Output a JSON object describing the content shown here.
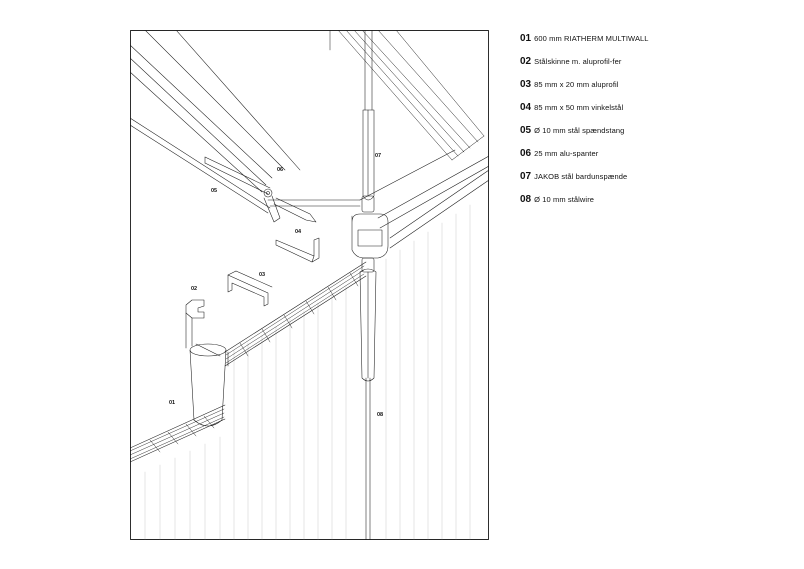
{
  "diagram": {
    "callouts": [
      "01",
      "02",
      "03",
      "04",
      "05",
      "06",
      "07",
      "08"
    ]
  },
  "legend": {
    "items": [
      {
        "num": "01",
        "text": "600 mm RIATHERM MULTIWALL"
      },
      {
        "num": "02",
        "text": "Stålskinne m. aluprofil-fer"
      },
      {
        "num": "03",
        "text": "85 mm x 20 mm aluprofil"
      },
      {
        "num": "04",
        "text": "85 mm x 50 mm vinkelstål"
      },
      {
        "num": "05",
        "text": "Ø 10 mm stål spændstang"
      },
      {
        "num": "06",
        "text": "25 mm alu-spanter"
      },
      {
        "num": "07",
        "text": "JAKOB stål bardunspænde"
      },
      {
        "num": "08",
        "text": "Ø 10 mm stålwire"
      }
    ]
  },
  "colors": {
    "line": "#1a1a1a",
    "hatch": "#bdbdbd",
    "background": "#ffffff"
  }
}
